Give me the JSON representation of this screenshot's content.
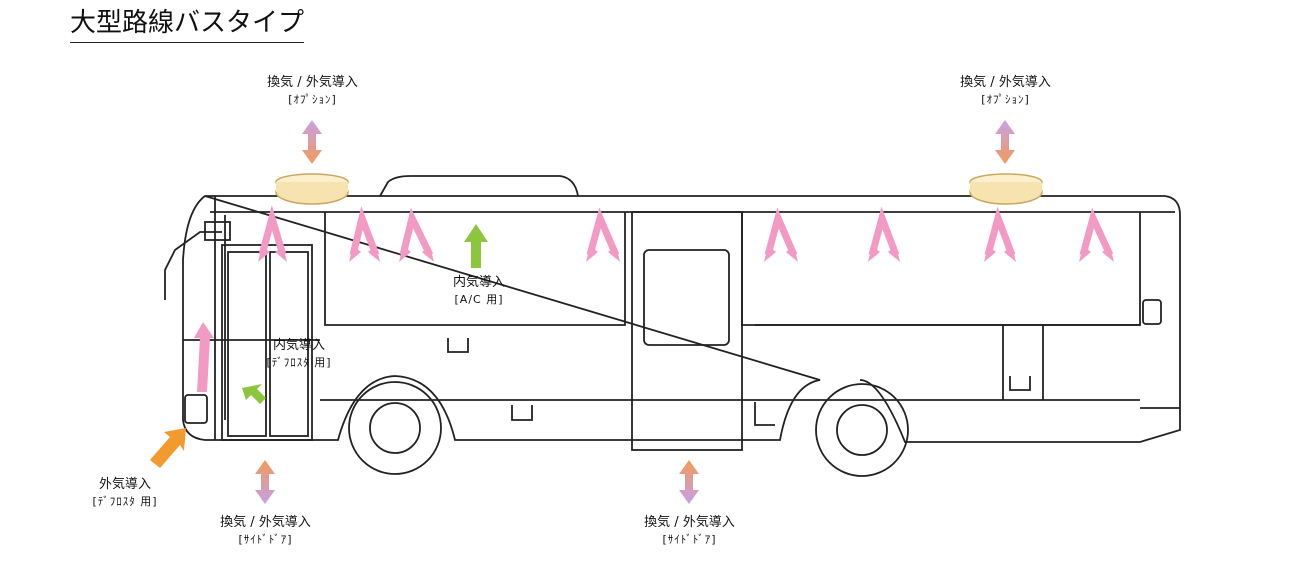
{
  "title": "大型路線バスタイプ",
  "labels": {
    "vent_roof_front": {
      "line1": "換気 / 外気導入",
      "line2": "[ｵﾌﾟｼｮﾝ]"
    },
    "vent_roof_rear": {
      "line1": "換気 / 外気導入",
      "line2": "[ｵﾌﾟｼｮﾝ]"
    },
    "recirc_ac": {
      "line1": "内気導入",
      "line2": "[A/C 用]"
    },
    "recirc_defroster": {
      "line1": "内気導入",
      "line2": "[ﾃﾞﾌﾛｽﾀ 用]"
    },
    "outside_defroster": {
      "line1": "外気導入",
      "line2": "[ﾃﾞﾌﾛｽﾀ 用]"
    },
    "vent_side_door_front": {
      "line1": "換気 / 外気導入",
      "line2": "[ｻｲﾄﾞﾄﾞｱ]"
    },
    "vent_side_door_mid": {
      "line1": "換気 / 外気導入",
      "line2": "[ｻｲﾄﾞﾄﾞｱ]"
    }
  },
  "colors": {
    "pink_airflow": "#f29ac4",
    "green_recirc": "#8cc63f",
    "orange_outside": "#f39a2e",
    "lavender_exhaust": "#c7a0e8",
    "roof_unit": "#f7e3b0"
  }
}
